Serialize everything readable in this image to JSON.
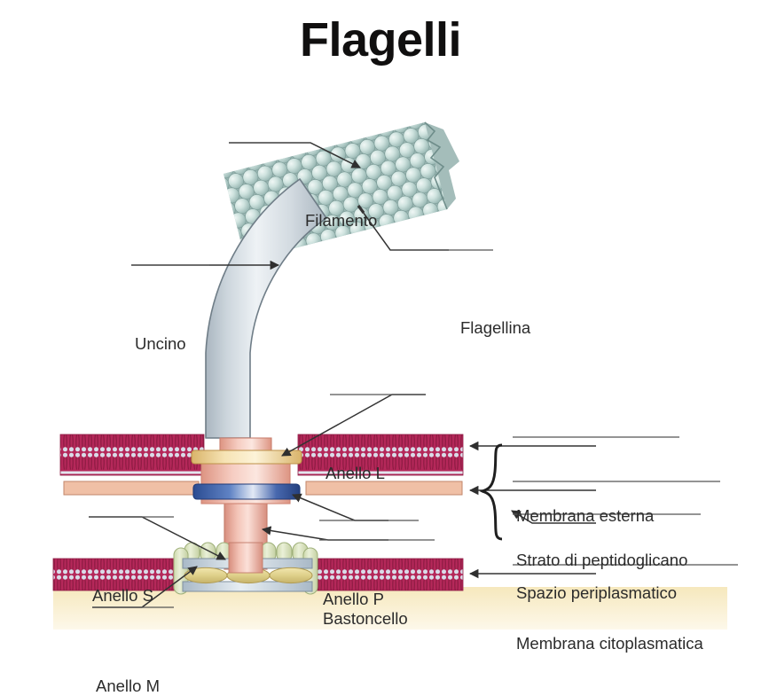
{
  "page": {
    "title": "Flagelli",
    "language": "it"
  },
  "diagram": {
    "name": "bacterial-flagellum-structure",
    "kind": "labeled biological diagram",
    "colors": {
      "title_text": "#100f0f",
      "label_text": "#2b2b2b",
      "leader_line": "#3a3a3a",
      "hook_light": "#e9eef2",
      "hook_mid": "#c3ccd4",
      "hook_edge": "#6f7d87",
      "filament_sphere": "#bfd8d4",
      "filament_sphere_shade": "#86aaa6",
      "filament_band": "#7e9d9a",
      "outer_membrane": "#b5285a",
      "outer_membrane_dark": "#8e1c45",
      "peptidoglycan": "#f0c0a6",
      "peptidoglycan_edge": "#c98f70",
      "cytoplasmic_membrane": "#b5285a",
      "cytoplasm": "#f7ecc8",
      "ring_L": "#e8c98a",
      "ring_P": "#3f63ad",
      "rod": "#e8a99b",
      "collar": "#eeb0a2",
      "motor_green": "#dfe7c4",
      "motor_plate": "#b9c6d2",
      "motor_oval": "#e3d08a"
    },
    "labels": [
      {
        "id": "filamento",
        "text": "Filamento",
        "side": "left-top"
      },
      {
        "id": "flagellina",
        "text": "Flagellina",
        "side": "right-top"
      },
      {
        "id": "uncino",
        "text": "Uncino",
        "side": "left"
      },
      {
        "id": "anello-l",
        "text": "Anello L",
        "side": "right"
      },
      {
        "id": "anello-s",
        "text": "Anello S",
        "side": "left"
      },
      {
        "id": "anello-p",
        "text": "Anello P",
        "side": "center"
      },
      {
        "id": "bastoncello",
        "text": "Bastoncello",
        "side": "center"
      },
      {
        "id": "anello-m",
        "text": "Anello M",
        "side": "left-bottom"
      },
      {
        "id": "membrana-esterna",
        "text": "Membrana esterna",
        "side": "right"
      },
      {
        "id": "strato-di-peptidoglicano",
        "text": "Strato di peptidoglicano",
        "side": "right"
      },
      {
        "id": "spazio-periplasmatico",
        "text": "Spazio periplasmatico",
        "side": "right"
      },
      {
        "id": "membrana-citoplasmatica",
        "text": "Membrana citoplasmatica",
        "side": "right"
      }
    ]
  }
}
